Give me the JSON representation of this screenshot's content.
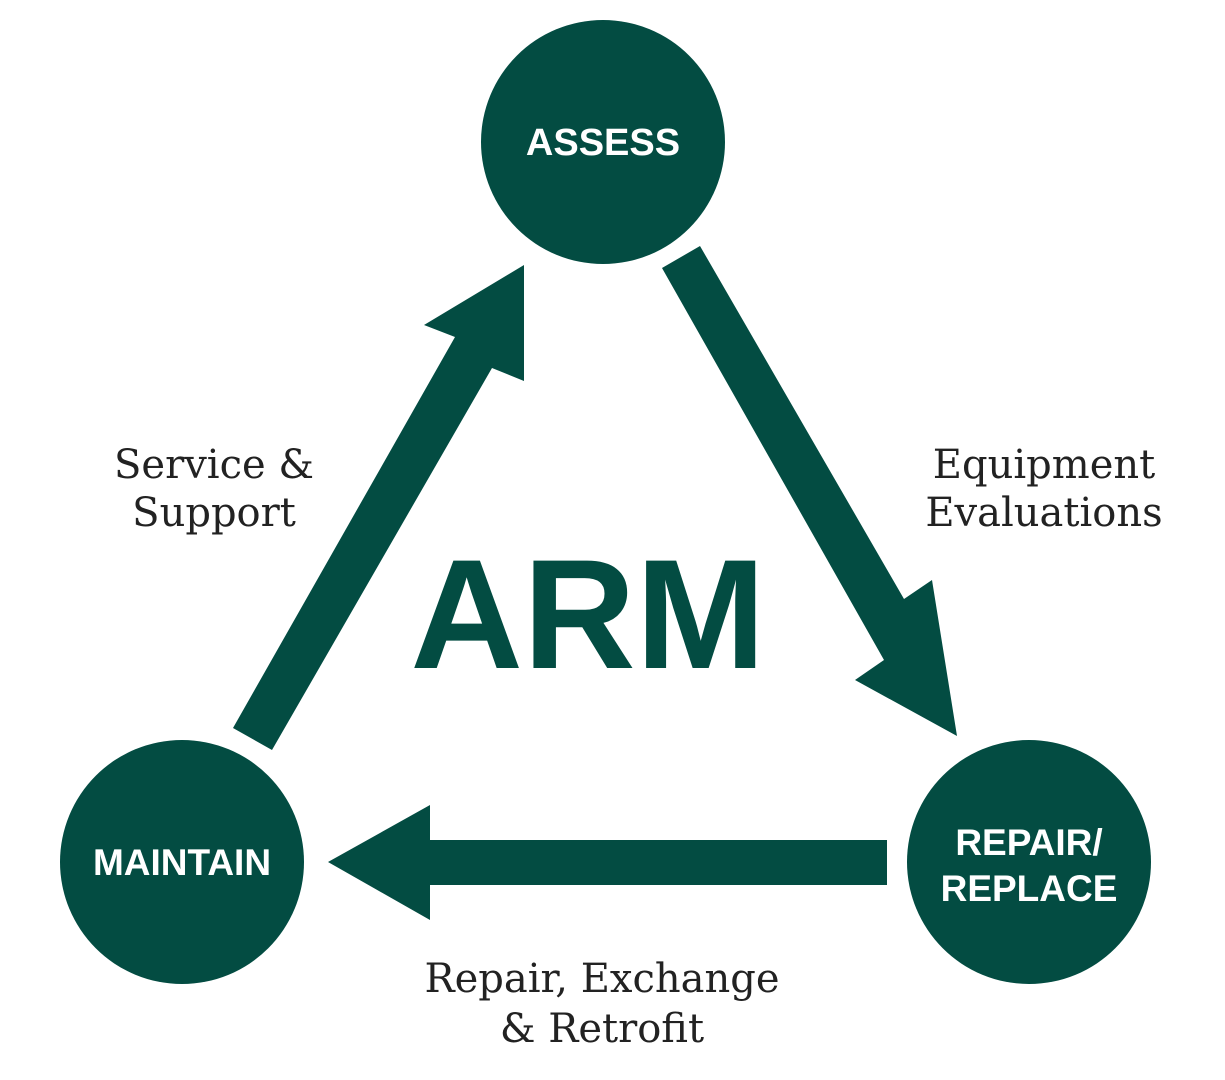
{
  "colors": {
    "primary": "#034c42",
    "text": "#222222",
    "background": "#ffffff"
  },
  "center": {
    "title": "ARM"
  },
  "nodes": {
    "assess": "ASSESS",
    "repair_replace": {
      "line1": "REPAIR/",
      "line2": "REPLACE"
    },
    "maintain": "MAINTAIN"
  },
  "edges": {
    "assess_to_repair": {
      "line1": "Equipment",
      "line2": "Evaluations"
    },
    "repair_to_maintain": {
      "line1": "Repair, Exchange",
      "line2": "& Retrofit"
    },
    "maintain_to_assess": {
      "line1": "Service &",
      "line2": "Support"
    }
  }
}
